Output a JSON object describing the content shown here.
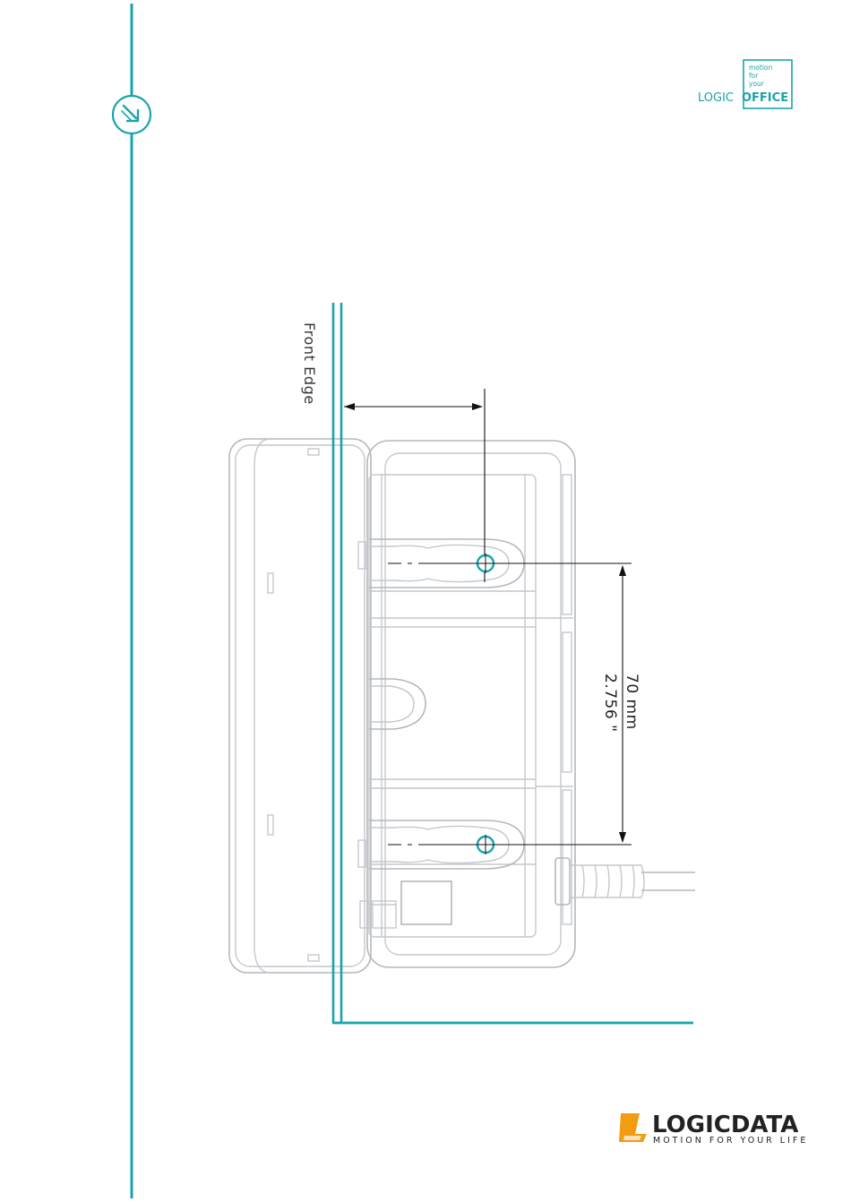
{
  "header": {
    "brand_logo": {
      "line1": "motion",
      "line2": "for",
      "line3": "your",
      "word1": "LOGIC",
      "word2": "OFFICE"
    },
    "section_icon": "arrow-down-right-icon"
  },
  "drawing": {
    "edge_label": "Front Edge",
    "dimension": {
      "metric": "70 mm",
      "imperial": "2.756 \""
    }
  },
  "footer": {
    "company_logo": {
      "name": "LOGICDATA",
      "tagline": "MOTION FOR YOUR LIFE"
    }
  },
  "colors": {
    "accent": "#1ba3ad",
    "logo_orange": "#f39c12",
    "line_gray": "#c4c8cc",
    "text_dark": "#222222"
  }
}
